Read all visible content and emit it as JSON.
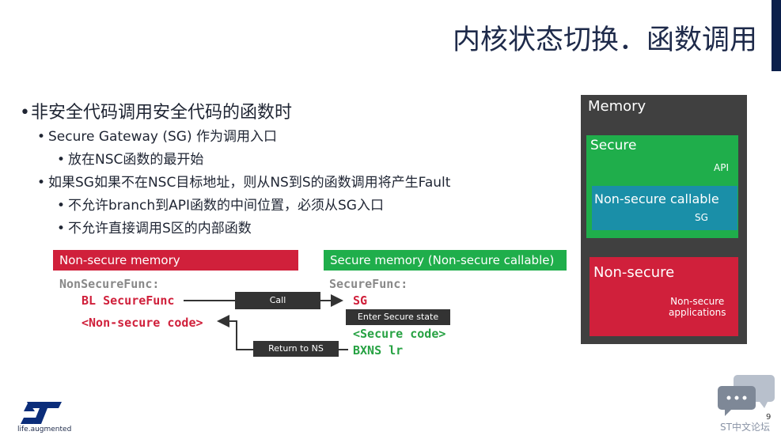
{
  "slide": {
    "title": "内核状态切换．函数调用",
    "page_number": "9",
    "brand_tagline": "life.augmented",
    "footer_watermark": "ST中文论坛"
  },
  "bullets": {
    "l1": "非安全代码调用安全代码的函数时",
    "l2a": "Secure Gateway (SG) 作为调用入口",
    "l3a": "放在NSC函数的最开始",
    "l2b": "如果SG如果不在NSC目标地址，则从NS到S的函数调用将产生Fault",
    "l3b": "不允许branch到API函数的中间位置，必须从SG入口",
    "l3c": "不允许直接调用S区的内部函数",
    "bullet_char": "•"
  },
  "diagram": {
    "ns_header": "Non-secure memory",
    "s_header": "Secure memory (Non-secure callable)",
    "ns_func": "NonSecureFunc:",
    "ns_call": "BL SecureFunc",
    "ns_code": "<Non-secure code>",
    "s_func": "SecureFunc:",
    "s_sg": "SG",
    "s_code": "<Secure code>",
    "s_ret": "BXNS lr",
    "call_label": "Call",
    "enter_label": "Enter Secure state",
    "return_label": "Return to NS"
  },
  "memory": {
    "title": "Memory",
    "secure": "Secure",
    "api": "API",
    "nsc": "Non-secure callable",
    "sg": "SG",
    "nonsecure": "Non-secure",
    "ns_apps": [
      "Non-secure",
      "applications"
    ]
  },
  "colors": {
    "red": "#d0203b",
    "green": "#1fae4b",
    "teal": "#1a8fa8",
    "dark": "#404040",
    "navy": "#0b1f4b"
  }
}
